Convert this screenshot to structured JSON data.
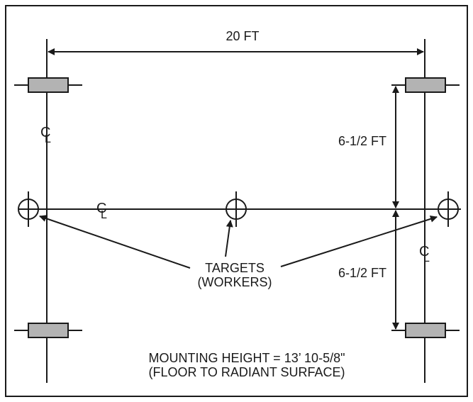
{
  "diagram": {
    "dimensions": {
      "width": "20 FT",
      "upper_spacing": "6-1/2 FT",
      "lower_spacing": "6-1/2 FT"
    },
    "centerline_symbol": "CL",
    "targets_label": [
      "TARGETS",
      "(WORKERS)"
    ],
    "mounting_note": [
      "MOUNTING HEIGHT = 13’ 10-5/8\"",
      "(FLOOR TO RADIANT SURFACE)"
    ],
    "heater_color": "#b3b3b3",
    "line_color": "#1a1a1a"
  }
}
